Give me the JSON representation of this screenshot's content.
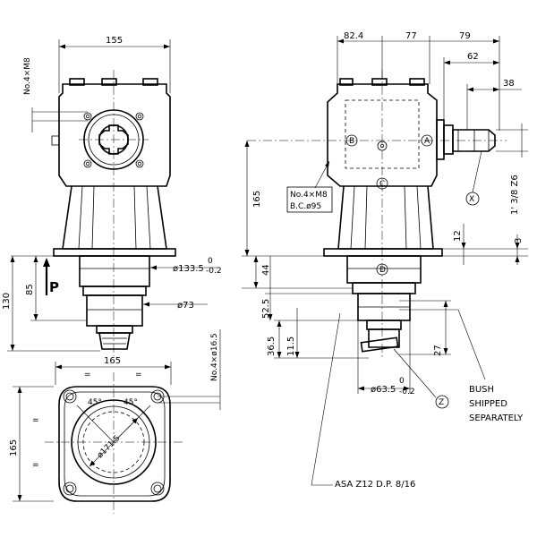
{
  "dimensions": {
    "front_width": "155",
    "front_bolts": "No.4×M8",
    "flange_dia": "ø133.5",
    "flange_tol_upper": "0",
    "flange_tol_lower": "-0.2",
    "hub_dia": "ø73",
    "height_85": "85",
    "height_130": "130",
    "arrow_label": "P",
    "top_width": "165",
    "top_height": "165",
    "top_holes": "No.4×ø16.5",
    "bolt_circle": "ø171.5",
    "angle_left": "45°",
    "angle_right": "45°",
    "equal_mark": "=",
    "side_d1": "82.4",
    "side_d2": "77",
    "side_d3": "79",
    "side_d4": "62",
    "side_d5": "38",
    "side_height_165": "165",
    "side_44": "44",
    "side_12": "12",
    "side_3": "3",
    "side_bolts": "No.4×M8",
    "side_bc": "B.C.ø95",
    "spline_input": "1' 3/8 Z6",
    "side_52_5": "52.5",
    "side_36_5": "36.5",
    "side_11_5": "11.5",
    "side_27": "27",
    "side_hub_dia": "ø63.5",
    "side_hub_tol_upper": "0",
    "side_hub_tol_lower": "-0.2",
    "bush_note_1": "BUSH",
    "bush_note_2": "SHIPPED",
    "bush_note_3": "SEPARATELY",
    "gear_spec": "ASA Z12 D.P. 8/16"
  },
  "callouts": {
    "a": "A",
    "b": "B",
    "c": "C",
    "d": "D",
    "x": "X",
    "z": "Z"
  }
}
